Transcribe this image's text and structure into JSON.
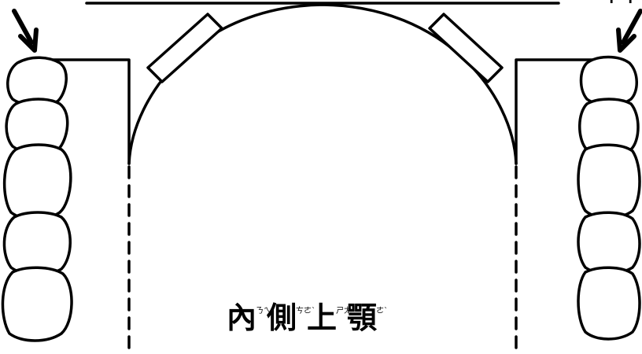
{
  "caption": [
    {
      "base": "內",
      "reading": "ㄋㄟˋ"
    },
    {
      "base": "側",
      "reading": "ㄘㄜˋ"
    },
    {
      "base": "上",
      "reading": "ㄕㄤˋ"
    },
    {
      "base": "顎",
      "reading": "ㄜˋ"
    }
  ],
  "corner_text": "上上"
}
